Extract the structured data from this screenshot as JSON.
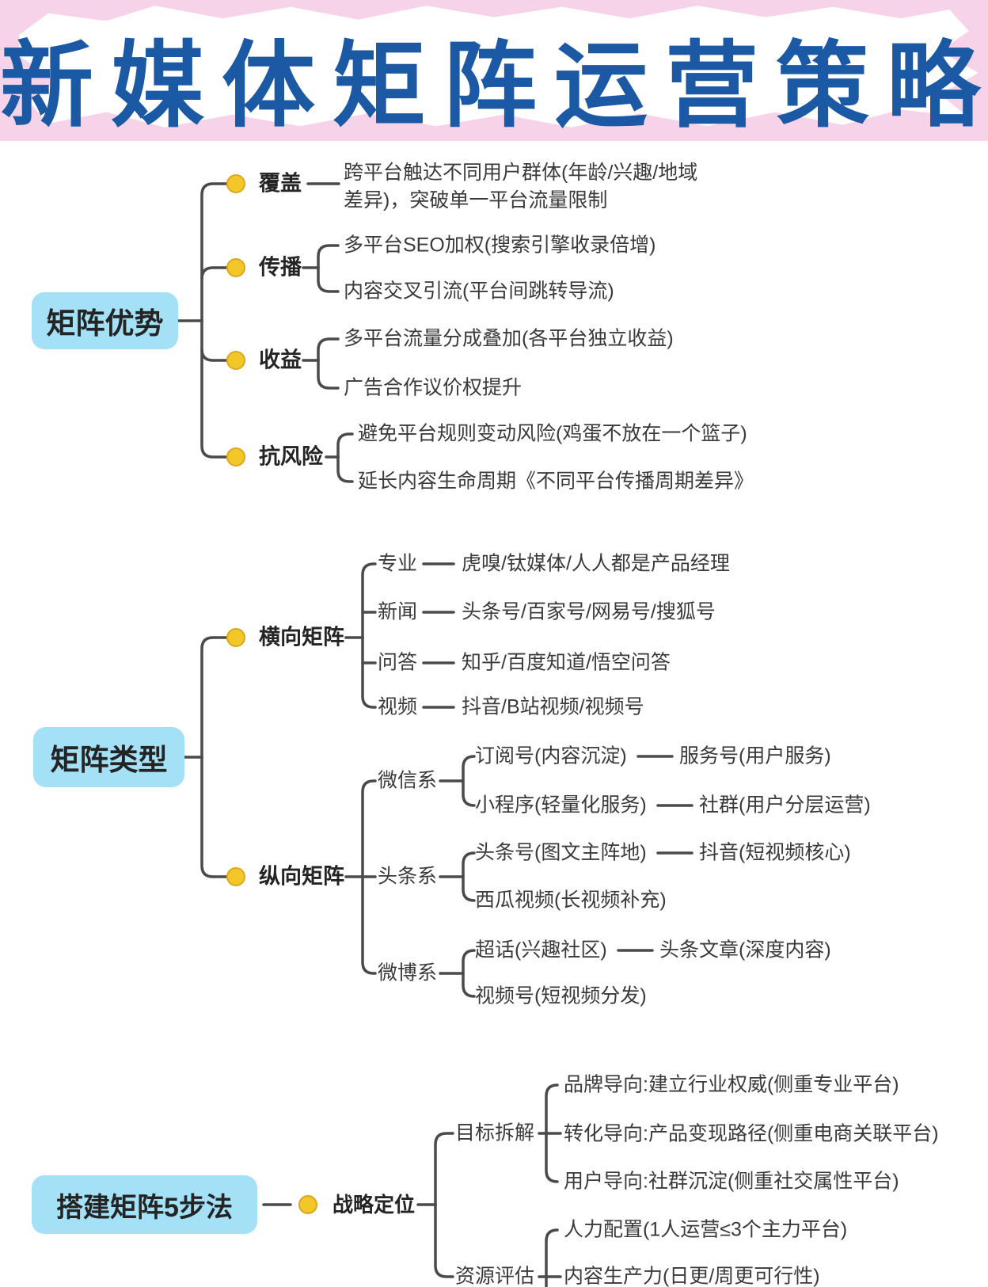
{
  "title": "新媒体矩阵运营策略",
  "colors": {
    "header-bg": "#f6d3e8",
    "title-blue": "#1c59a5",
    "topic-box-bg": "#a4e1f6",
    "node-dot-fill": "#f3c729",
    "node-dot-border": "#d9a81f",
    "line": "#4a4a4a",
    "text-dark": "#242424",
    "text-body": "#3a3a3a",
    "canvas-bg": "#ffffff"
  },
  "sections": [
    {
      "label": "矩阵优势",
      "branches": [
        {
          "label": "覆盖",
          "children": [
            {
              "text": "跨平台触达不同用户群体(年龄/兴趣/地域差异)，突破单一平台流量限制"
            }
          ]
        },
        {
          "label": "传播",
          "children": [
            {
              "text": "多平台SEO加权(搜索引擎收录倍增)"
            },
            {
              "text": "内容交叉引流(平台间跳转导流)"
            }
          ]
        },
        {
          "label": "收益",
          "children": [
            {
              "text": "多平台流量分成叠加(各平台独立收益)"
            },
            {
              "text": "广告合作议价权提升"
            }
          ]
        },
        {
          "label": "抗风险",
          "children": [
            {
              "text": "避免平台规则变动风险(鸡蛋不放在一个篮子)"
            },
            {
              "text": "延长内容生命周期《不同平台传播周期差异》"
            }
          ]
        }
      ]
    },
    {
      "label": "矩阵类型",
      "branches": [
        {
          "label": "横向矩阵",
          "children": [
            {
              "label": "专业",
              "value": "虎嗅/钛媒体/人人都是产品经理"
            },
            {
              "label": "新闻",
              "value": "头条号/百家号/网易号/搜狐号"
            },
            {
              "label": "问答",
              "value": "知乎/百度知道/悟空问答"
            },
            {
              "label": "视频",
              "value": "抖音/B站视频/视频号"
            }
          ]
        },
        {
          "label": "纵向矩阵",
          "children": [
            {
              "label": "微信系",
              "children": [
                {
                  "text": "订阅号(内容沉淀)",
                  "linked": "服务号(用户服务)"
                },
                {
                  "text": "小程序(轻量化服务)",
                  "linked": "社群(用户分层运营)"
                }
              ]
            },
            {
              "label": "头条系",
              "children": [
                {
                  "text": "头条号(图文主阵地)",
                  "linked": "抖音(短视频核心)"
                },
                {
                  "text": "西瓜视频(长视频补充)"
                }
              ]
            },
            {
              "label": "微博系",
              "children": [
                {
                  "text": "超话(兴趣社区)",
                  "linked": "头条文章(深度内容)"
                },
                {
                  "text": "视频号(短视频分发)"
                }
              ]
            }
          ]
        }
      ]
    },
    {
      "label": "搭建矩阵5步法",
      "branches": [
        {
          "label": "战略定位",
          "children": [
            {
              "label": "目标拆解",
              "children": [
                {
                  "text": "品牌导向:建立行业权威(侧重专业平台)"
                },
                {
                  "text": "转化导向:产品变现路径(侧重电商关联平台)"
                },
                {
                  "text": "用户导向:社群沉淀(侧重社交属性平台)"
                }
              ]
            },
            {
              "label": "资源评估",
              "children": [
                {
                  "text": "人力配置(1人运营≤3个主力平台)"
                },
                {
                  "text": "内容生产力(日更/周更可行性)"
                }
              ]
            }
          ]
        }
      ]
    }
  ]
}
